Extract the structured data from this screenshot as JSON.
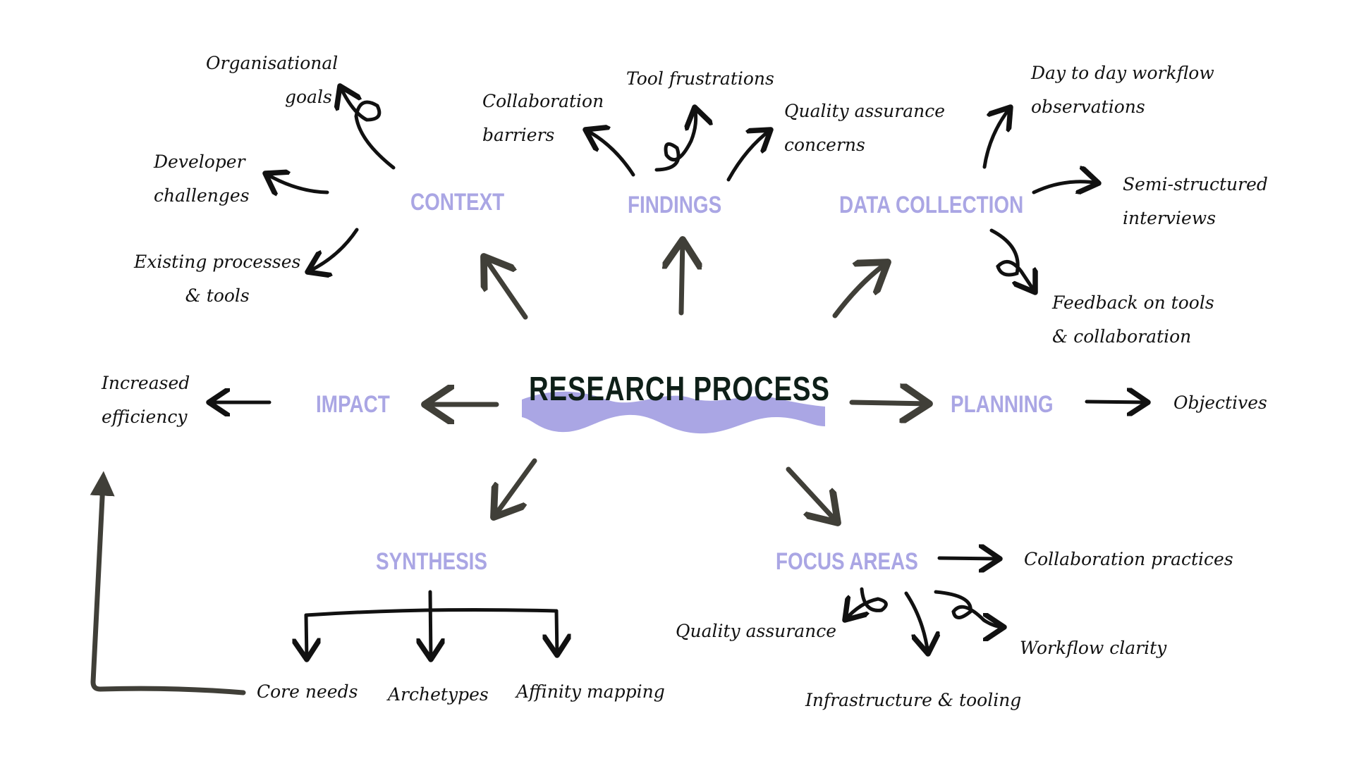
{
  "colors": {
    "category": "#aaa6e4",
    "title": "#0e1f18",
    "title_band": "#aaa6e4",
    "arrow_main": "#403f38",
    "arrow_note": "#111111"
  },
  "title": "RESEARCH PROCESS",
  "categories": {
    "context": "CONTEXT",
    "findings": "FINDINGS",
    "data_collection": "DATA COLLECTION",
    "impact": "IMPACT",
    "planning": "PLANNING",
    "synthesis": "SYNTHESIS",
    "focus_areas": "FOCUS AREAS"
  },
  "notes": {
    "context": [
      [
        "Organisational",
        "goals"
      ],
      [
        "Developer",
        "challenges"
      ],
      [
        "Existing processes",
        "& tools"
      ]
    ],
    "findings": [
      [
        "Collaboration",
        "barriers"
      ],
      [
        "Tool frustrations"
      ],
      [
        "Quality assurance",
        "concerns"
      ]
    ],
    "data_collection": [
      [
        "Day to day workflow",
        "observations"
      ],
      [
        "Semi-structured",
        "interviews"
      ],
      [
        "Feedback on tools",
        "& collaboration"
      ]
    ],
    "impact": [
      [
        "Increased",
        "efficiency"
      ]
    ],
    "planning": [
      [
        "Objectives"
      ]
    ],
    "synthesis": [
      [
        "Core needs"
      ],
      [
        "Archetypes"
      ],
      [
        "Affinity mapping"
      ]
    ],
    "focus_areas": [
      [
        "Collaboration practices"
      ],
      [
        "Quality assurance"
      ],
      [
        "Workflow clarity"
      ],
      [
        "Infrastructure & tooling"
      ]
    ]
  }
}
